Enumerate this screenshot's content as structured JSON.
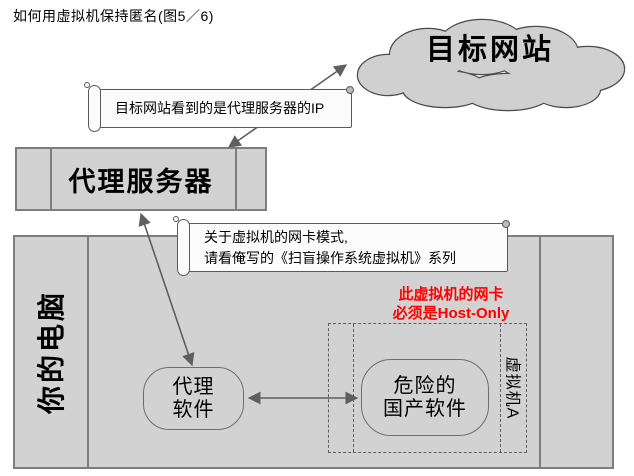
{
  "title": "如何用虚拟机保持匿名(图5／6)",
  "nodes": {
    "target_site": "目标网站",
    "proxy_server": "代理服务器",
    "your_computer": "你的电脑",
    "vm_a": "虚拟机A",
    "proxy_software": {
      "line1": "代理",
      "line2": "软件"
    },
    "dangerous_software": {
      "line1": "危险的",
      "line2": "国产软件"
    }
  },
  "notes": {
    "note1": "目标网站看到的是代理服务器的IP",
    "note2": {
      "line1": "关于虚拟机的网卡模式,",
      "line2": "请看俺写的《扫盲操作系统虚拟机》系列"
    }
  },
  "warning": {
    "line1": "此虚拟机的网卡",
    "line2": "必须是Host-Only"
  },
  "colors": {
    "box_fill": "#d2d2d2",
    "box_border": "#7d7d7d",
    "shape_border": "#6e6e6e",
    "dash_border": "#5f5f5f",
    "cloud_fill": "#d0d0d0",
    "cloud_border": "#4b4b4b",
    "note_fill": "#fbfbfb",
    "note_border": "#5a5a5a",
    "arrow": "#5f5f5f",
    "warning": "#ff0000",
    "pin_fill": "#bbbbbb"
  }
}
